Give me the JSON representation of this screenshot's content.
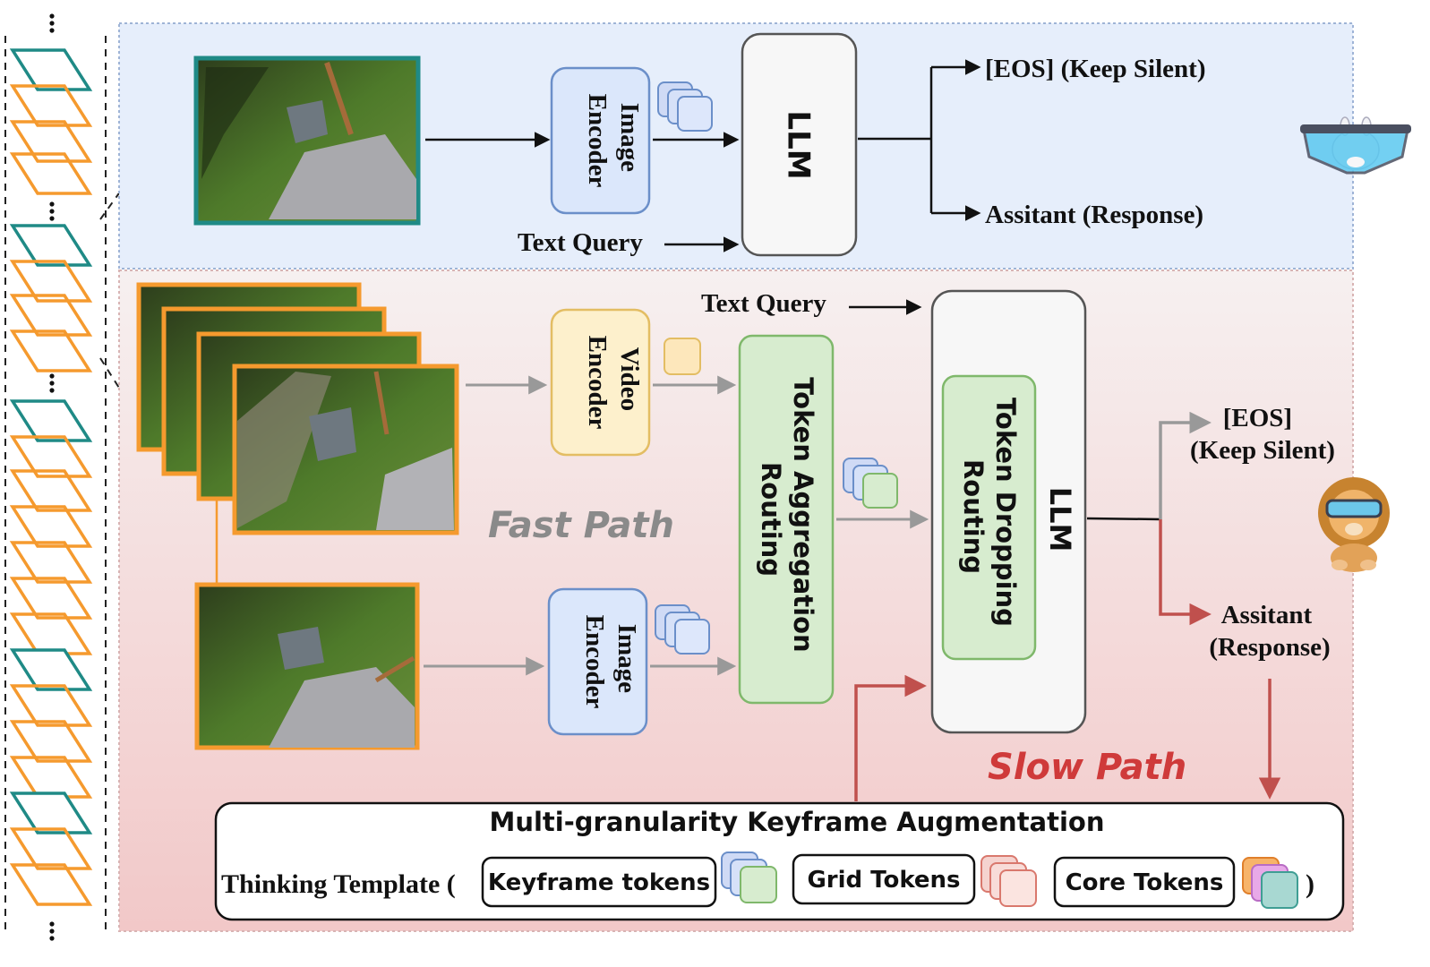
{
  "top": {
    "image_encoder": [
      "Image",
      "Encoder"
    ],
    "llm": "LLM",
    "text_query": "Text Query",
    "out_silent": "[EOS] (Keep Silent)",
    "out_response": "Assitant (Response)"
  },
  "bottom": {
    "text_query": "Text Query",
    "video_encoder": [
      "Video",
      "Encoder"
    ],
    "image_encoder": [
      "Image",
      "Encoder"
    ],
    "token_aggregation": [
      "Token Aggregation",
      "Routing"
    ],
    "token_dropping": [
      "Token Dropping",
      "Routing"
    ],
    "llm": "LLM",
    "fast_path": "Fast Path",
    "slow_path": "Slow Path",
    "out_silent": [
      "[EOS]",
      "(Keep Silent)"
    ],
    "out_response": [
      "Assitant",
      "(Response)"
    ]
  },
  "keyframe_box": {
    "title": "Multi-granularity Keyframe Augmentation",
    "template_prefix": "Thinking Template (",
    "keyframe_tokens": "Keyframe tokens",
    "grid_tokens": "Grid Tokens",
    "core_tokens": "Core Tokens",
    "template_suffix": ")"
  },
  "colors": {
    "top_bg": "#e6eefb",
    "bottom_bg_top": "#f5eeee",
    "bottom_bg_bottom": "#f3cccc",
    "frame_orange": "#f59a2e",
    "frame_teal": "#1f8a86",
    "encoder_blue": "#dbe7fb",
    "encoder_yellow": "#fdf0cc",
    "routing_green": "#d7eccf",
    "slow_red": "#c0504d",
    "fast_gray": "#888888"
  },
  "icons": [
    "llama-vr-icon",
    "lion-vr-icon"
  ]
}
